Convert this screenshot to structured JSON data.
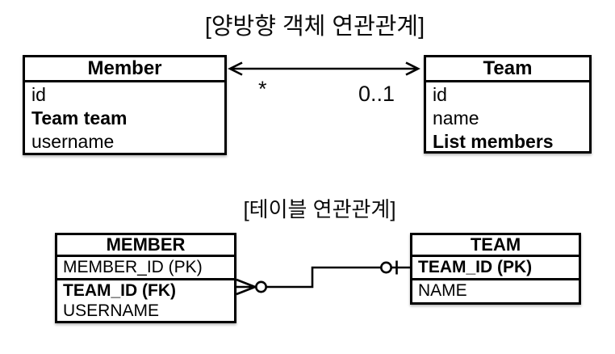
{
  "colors": {
    "ink": "#000000",
    "background": "#ffffff"
  },
  "titles": {
    "object_relation": "[양방향 객체 연관관계]",
    "table_relation": "[테이블 연관관계]"
  },
  "object_diagram": {
    "member_class": {
      "title": "Member",
      "fields": [
        "id",
        "Team team",
        "username"
      ]
    },
    "team_class": {
      "title": "Team",
      "fields": [
        "id",
        "name",
        "List members"
      ]
    },
    "relation": {
      "type": "bidirectional-arrow",
      "member_multiplicity": "*",
      "team_multiplicity": "0..1"
    }
  },
  "table_diagram": {
    "member_table": {
      "title": "MEMBER",
      "rows": [
        "MEMBER_ID (PK)",
        "TEAM_ID (FK)",
        "USERNAME"
      ]
    },
    "team_table": {
      "title": "TEAM",
      "rows": [
        "TEAM_ID (PK)",
        "NAME"
      ]
    },
    "relation": {
      "member_end": "zero-or-many",
      "team_end": "zero-or-one"
    }
  }
}
